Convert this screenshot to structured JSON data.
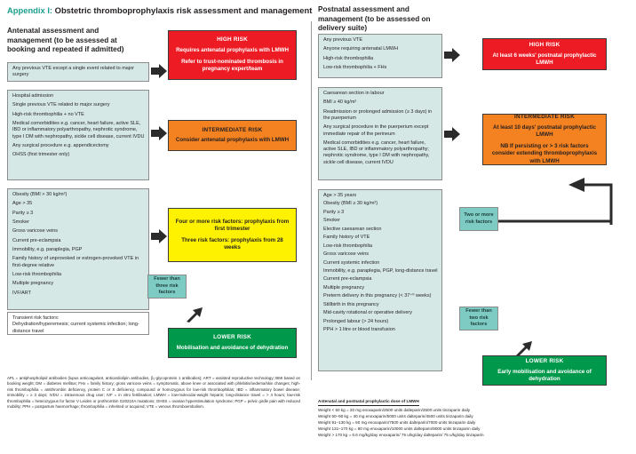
{
  "header": {
    "appendix_label": "Appendix I:",
    "appendix_title": "Obstetric thromboprophylaxis risk assessment and management"
  },
  "colors": {
    "high_risk": "#ed1c24",
    "intermediate_risk": "#f58220",
    "four_or_more": "#fff200",
    "lower_risk": "#00984a",
    "criteria_panel": "#d5e8e6",
    "gate_box": "#7ecbc4",
    "accent_teal": "#1b9e8f"
  },
  "antenatal": {
    "title": "Antenatal assessment and management (to be assessed at booking and repeated if admitted)",
    "high_risk_criteria": [
      "Any previous VTE except a single event related to major surgery"
    ],
    "intermediate_risk_criteria": [
      "Hospital admission",
      "Single previous VTE related to major surgery",
      "High-risk thrombophilia + no VTE",
      "Medical comorbidities e.g. cancer, heart failure, active SLE, IBD or inflammatory polyarthropathy, nephrotic syndrome, type I DM with nephropathy, sickle cell disease, current IVDU",
      "Any surgical procedure e.g. appendicectomy",
      "OHSS (first trimester only)"
    ],
    "risk_factor_criteria": [
      "Obesity (BMI > 30 kg/m²)",
      "Age > 35",
      "Parity ≥ 3",
      "Smoker",
      "Gross varicose veins",
      "Current pre-eclampsia",
      "Immobility, e.g. paraplegia, PGP",
      "Family history of unprovoked or estrogen-provoked VTE in first-degree relative",
      "Low-risk thrombophilia",
      "Multiple pregnancy",
      "IVF/ART"
    ],
    "transient_criteria": [
      "Transient risk factors:",
      "Dehydration/hyperemesis; current systemic infection; long-distance travel"
    ],
    "outcomes": {
      "high": {
        "heading": "HIGH RISK",
        "line1": "Requires antenatal prophylaxis with LMWH",
        "line2": "Refer to trust-nominated thrombosis in pregnancy expert/team"
      },
      "intermediate": {
        "heading": "INTERMEDIATE RISK",
        "line1": "Consider antenatal prophylaxis with LMWH"
      },
      "yellow": {
        "line1": "Four or more risk factors: prophylaxis from first trimester",
        "line2": "Three risk factors: prophylaxis from 28 weeks"
      },
      "lower": {
        "heading": "LOWER RISK",
        "line1": "Mobilisation and avoidance of dehydration"
      }
    },
    "gate": {
      "fewer_than_three": "Fewer than three risk factors"
    }
  },
  "postnatal": {
    "title": "Postnatal assessment and management (to be assessed on delivery suite)",
    "high_risk_criteria": [
      "Any previous VTE",
      "Anyone requiring antenatal LMWH",
      "High-risk thrombophilia",
      "Low-risk thrombophilia + FHx"
    ],
    "intermediate_risk_criteria": [
      "Caesarean section in labour",
      "BMI ≥ 40 kg/m²",
      "Readmission or prolonged admission (≥ 3 days) in the puerperium",
      "Any surgical procedure in the puerperium except immediate repair of the perineum",
      "Medical comorbidities e.g. cancer, heart failure, active SLE, IBD or inflammatory polyarthropathy; nephrotic syndrome, type I DM with nephropathy, sickle cell disease, current IVDU"
    ],
    "risk_factor_criteria": [
      "Age > 35 years",
      "Obesity (BMI ≥ 30 kg/m²)",
      "Parity ≥ 3",
      "Smoker",
      "Elective caesarean section",
      "Family history of VTE",
      "Low-risk thrombophilia",
      "Gross varicose veins",
      "Current systemic infection",
      "Immobility, e.g. paraplegia, PGP, long-distance travel",
      "Current pre-eclampsia",
      "Multiple pregnancy",
      "Preterm delivery in this pregnancy (< 37⁺⁰ weeks)",
      "Stillbirth in this pregnancy",
      "Mid-cavity rotational or operative delivery",
      "Prolonged labour (> 24 hours)",
      "PPH > 1 litre or blood transfusion"
    ],
    "outcomes": {
      "high": {
        "heading": "HIGH RISK",
        "line1": "At least 6 weeks' postnatal prophylactic LMWH"
      },
      "intermediate": {
        "heading": "INTERMEDIATE RISK",
        "line1": "At least 10 days' postnatal prophylactic LMWH",
        "line2": "NB If persisting or > 3 risk factors consider extending thromboprophylaxis with LMWH"
      },
      "lower": {
        "heading": "LOWER RISK",
        "line1": "Early mobilisation and avoidance of dehydration"
      }
    },
    "gate": {
      "two_or_more": "Two or more risk factors",
      "fewer_than_two": "Fewer than two risk factors"
    }
  },
  "abbreviations": "APL = antiphospholipid antibodies (lupus anticoagulant, anticardiolipin antibodies, β₂-glycoprotein 1 antibodies); ART = assisted reproductive technology; BMI based on booking weight; DM = diabetes mellitus; FHx = family history; gross varicose veins = symptomatic, above knee or associated with phlebitis/oedema/skin changes; high-risk thrombophilia = antithrombin deficiency, protein C or S deficiency, compound or homozygous for low-risk thrombophilias; IBD = inflammatory bowel disease; immobility = ≥ 3 days; IVDU = intravenous drug user; IVF = in vitro fertilisation; LMWH = low-molecular-weight heparin; long-distance travel = > 4 hours; low-risk thrombophilia = heterozygous for factor V Leiden or prothrombin G20210A mutations; OHSS = ovarian hyperstimulation syndrome; PGP = pelvic girdle pain with reduced mobility; PPH = postpartum haemorrhage; thrombophilia = inherited or acquired; VTE = venous thromboembolism.",
  "dose": {
    "title": "Antenatal and postnatal prophylactic dose of LMWH",
    "lines": [
      "Weight < 50 kg = 20 mg enoxaparin/2500 units dalteparin/3500 units tinzaparin daily",
      "Weight 50–90 kg = 40 mg enoxaparin/5000 units dalteparin/4500 units tinzaparin daily",
      "Weight 91–130 kg = 60 mg enoxaparin/7500 units dalteparin/7000 units tinzaparin daily",
      "Weight 131–170 kg = 80 mg enoxaparin/10000 units dalteparin/9000 units tinzaparin daily",
      "Weight > 170 kg = 0.6 mg/kg/day enoxaparin/ 75 u/kg/day dalteparin/ 75 u/kg/day tinzaparin"
    ]
  }
}
